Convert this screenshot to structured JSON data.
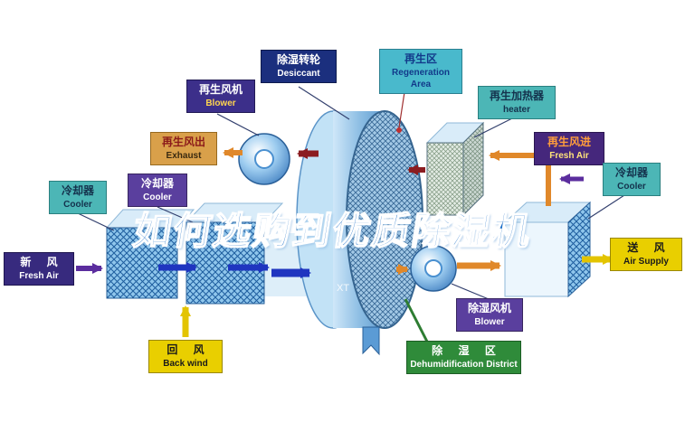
{
  "watermark": "如何选购到优质除湿机",
  "wheel_mark": "XT",
  "labels": {
    "desiccant": {
      "zh": "除湿转轮",
      "en": "Desiccant"
    },
    "regen_area": {
      "zh": "再生区",
      "en": "Regeneration Area"
    },
    "regen_blower": {
      "zh": "再生风机",
      "en": "Blower"
    },
    "regen_heater": {
      "zh": "再生加热器",
      "en": "heater"
    },
    "exhaust": {
      "zh": "再生风出",
      "en": "Exhaust"
    },
    "regen_fresh_air": {
      "zh": "再生风进",
      "en": "Fresh Air"
    },
    "cooler_left": {
      "zh": "冷却器",
      "en": "Cooler"
    },
    "cooler_mid": {
      "zh": "冷却器",
      "en": "Cooler"
    },
    "cooler_right": {
      "zh": "冷却器",
      "en": "Cooler"
    },
    "fresh_air": {
      "zh": "新 风",
      "en": "Fresh Air"
    },
    "air_supply": {
      "zh": "送 风",
      "en": "Air Supply"
    },
    "back_wind": {
      "zh": "回 风",
      "en": "Back wind"
    },
    "dehum_blower": {
      "zh": "除湿风机",
      "en": "Blower"
    },
    "dehum_district": {
      "zh": "除 湿 区",
      "en": "Dehumidification District"
    }
  },
  "colors": {
    "label_navy": "#1b2f7e",
    "label_cyan": "#49b9cc",
    "label_purple": "#5a3f9e",
    "label_teal": "#4cb6b6",
    "label_tan": "#d9a04a",
    "label_indigo": "#372a7e",
    "label_yellow": "#e9cf00",
    "label_green": "#2f8b3a",
    "arrow_blue": "#1f35c0",
    "arrow_purple": "#5b2d9e",
    "arrow_orange": "#e0882a",
    "arrow_darkred": "#8b1c20",
    "arrow_yellow": "#e3c400",
    "leader_green": "#2e7d32",
    "wheel_blue": "#5e9bd0",
    "watermark_blue": "#1a6ec8"
  }
}
